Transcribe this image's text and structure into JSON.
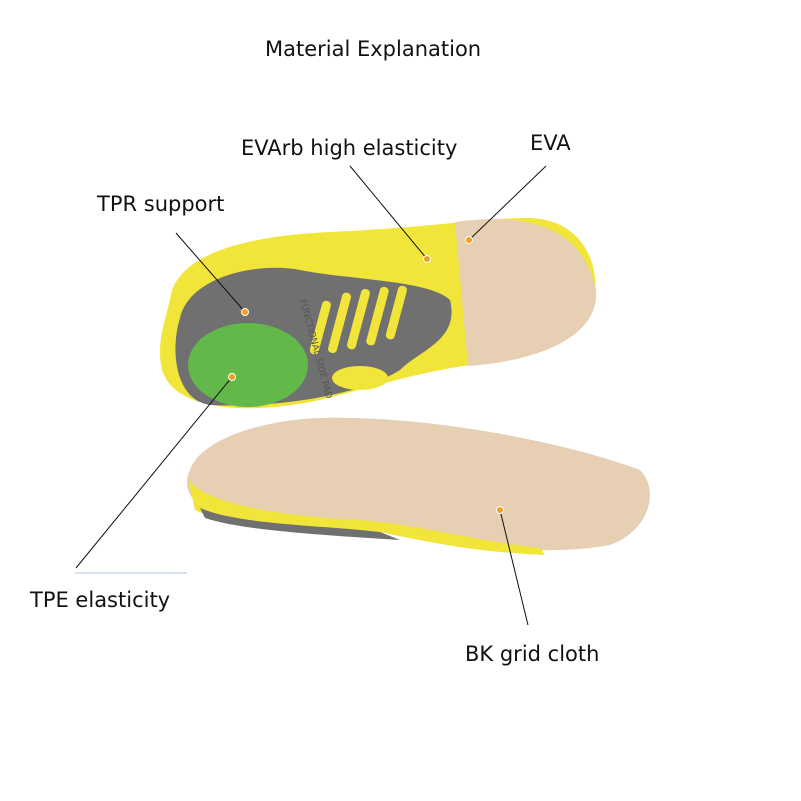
{
  "title": "Material Explanation",
  "labels": {
    "evarb": "EVArb high elasticity",
    "eva": "EVA",
    "tpr": "TPR support",
    "tpe": "TPE elasticity",
    "bk": "BK grid cloth"
  },
  "insole_print": "FUNCTIONAL SIDE PAD",
  "colors": {
    "yellow": "#f2e53a",
    "gray": "#6f6f6f",
    "green": "#63b84a",
    "beige": "#e7cfb4",
    "dot": "#f0a020"
  }
}
